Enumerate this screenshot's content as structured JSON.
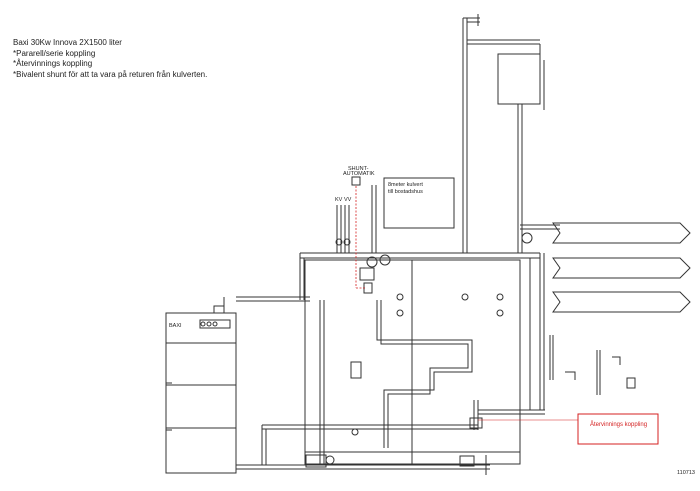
{
  "notes": {
    "title": "Baxi 30Kw Innova 2X1500 liter",
    "line1": "*Pararell/serie koppling",
    "line2": "*Återvinnings koppling",
    "line3": "*Bivalent shunt för att ta vara på returen från kulverten."
  },
  "labels": {
    "shunt_line1": "SHUNT-",
    "shunt_line2": "AUTOMATIK",
    "kulvert_line1": "8meter kulvert",
    "kulvert_line2": "till bostadshus",
    "recovery": "Återvinnings koppling",
    "drawing_no": "110713",
    "boiler_brand": "BAXI",
    "kv": "KV",
    "vv": "VV"
  },
  "colors": {
    "line": "#333333",
    "accent_red": "#d42020",
    "tank_fill": "#ffffff",
    "fitting": "#444444"
  }
}
